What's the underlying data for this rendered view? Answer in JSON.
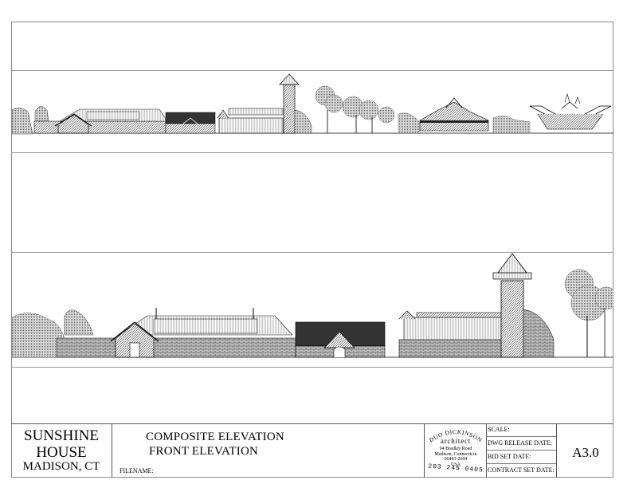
{
  "title_block": {
    "project_name": "SUNSHINE HOUSE",
    "project_location": "MADISON, CT",
    "drawing_titles": [
      "COMPOSITE ELEVATION",
      "FRONT ELEVATION"
    ],
    "filename_label": "FILENAME:",
    "firm": {
      "name_top": "DUO DICKINSON",
      "name_bottom": "architect",
      "address_lines": [
        "94 Bradley Road",
        "Madison, Connecticut",
        "06443-2644",
        "USA"
      ],
      "phone": "203 245 0405"
    },
    "date_fields": [
      "SCALE:",
      "DWG RELEASE DATE:",
      "BID SET DATE:",
      "CONTRACT SET DATE:"
    ],
    "sheet_number": "A3.0"
  }
}
